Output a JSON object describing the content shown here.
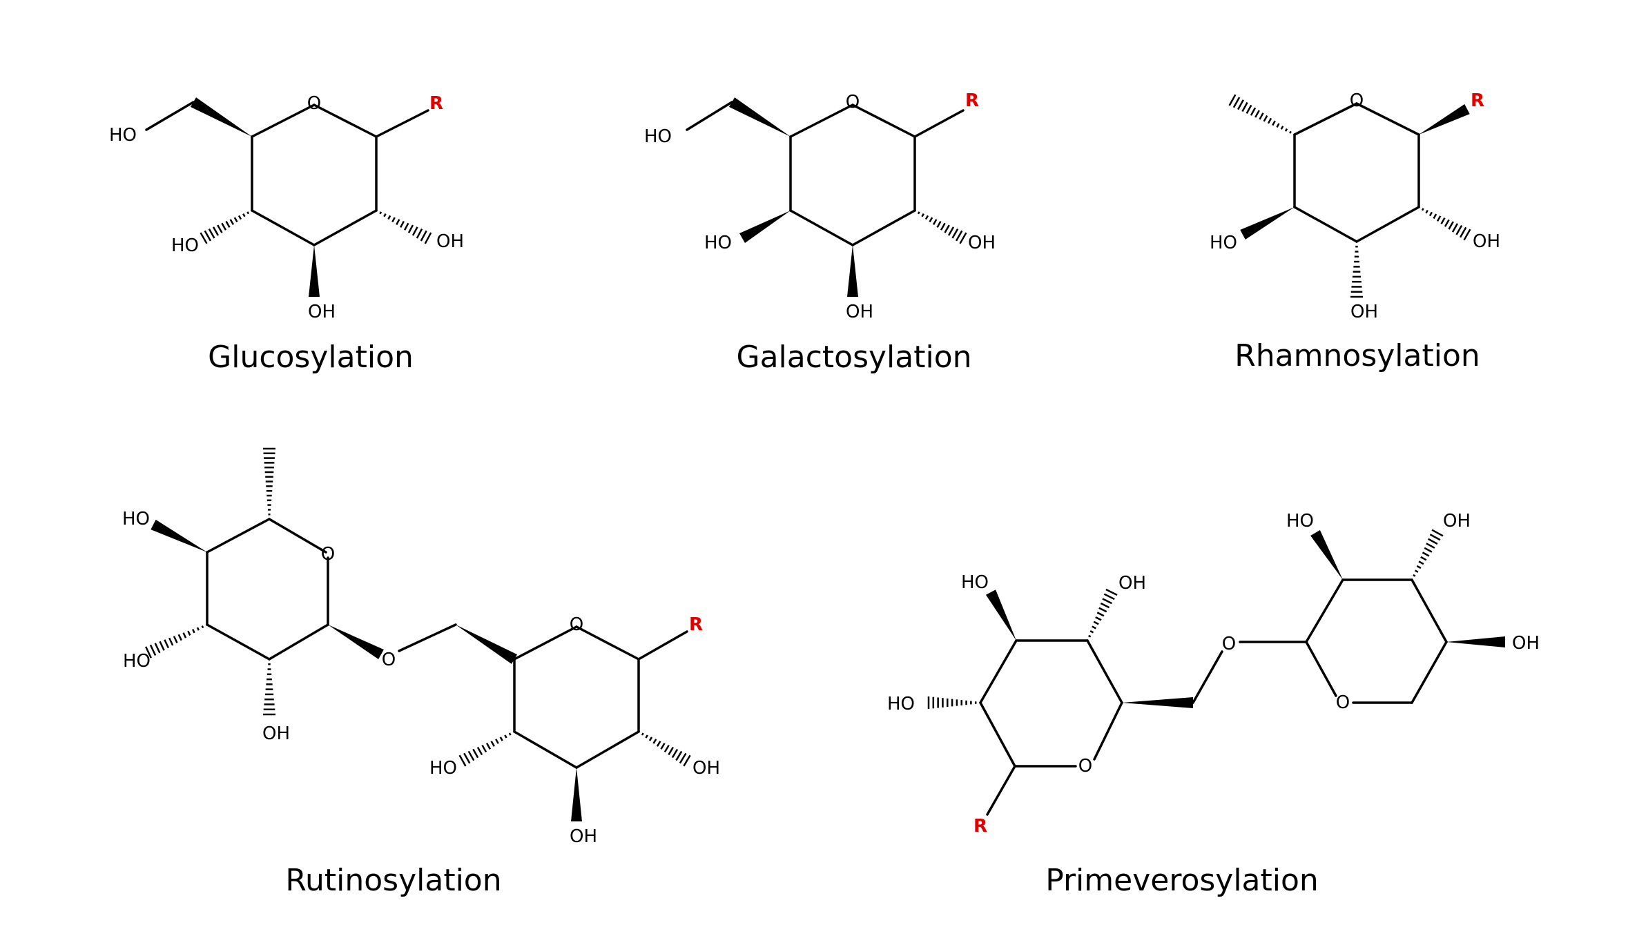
{
  "captions": {
    "glucosylation": "Glucosylation",
    "galactosylation": "Galactosylation",
    "rhamnosylation": "Rhamnosylation",
    "rutinosylation": "Rutinosylation",
    "primeverosylation": "Primeverosylation"
  },
  "atom_labels": {
    "ho": "HO",
    "oh": "OH",
    "o": "O",
    "r": "R"
  },
  "colors": {
    "bond": "#000000",
    "r_group": "#e00000"
  }
}
